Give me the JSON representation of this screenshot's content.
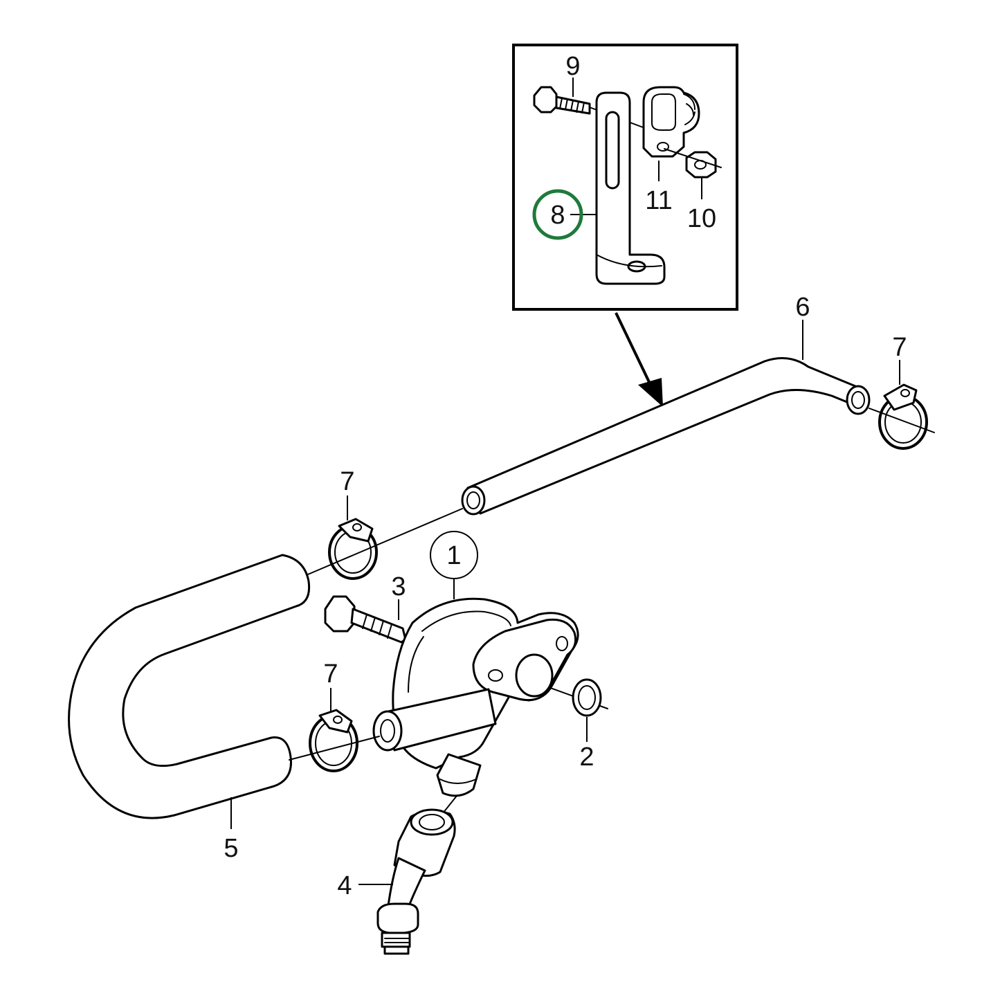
{
  "diagram": {
    "highlight_color": "#1f7a3c",
    "callouts": {
      "c1": "1",
      "c2": "2",
      "c3": "3",
      "c4": "4",
      "c5": "5",
      "c6": "6",
      "c7a": "7",
      "c7b": "7",
      "c7c": "7",
      "c8": "8",
      "c9": "9",
      "c10": "10",
      "c11": "11"
    }
  }
}
